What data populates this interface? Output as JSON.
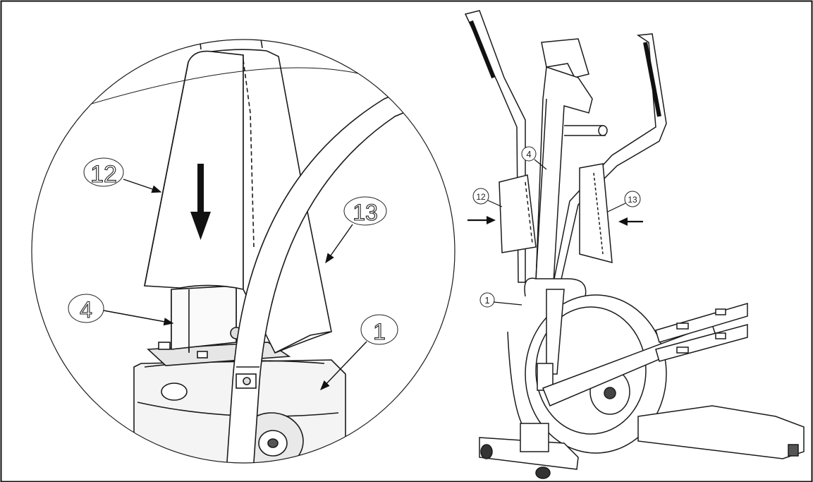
{
  "detail_view": {
    "callouts": [
      {
        "id": "c12",
        "label": "12"
      },
      {
        "id": "c13",
        "label": "13"
      },
      {
        "id": "c4",
        "label": "4"
      },
      {
        "id": "c1",
        "label": "1"
      }
    ]
  },
  "overview": {
    "callouts": [
      {
        "id": "o4",
        "label": "4"
      },
      {
        "id": "o12",
        "label": "12"
      },
      {
        "id": "o13",
        "label": "13"
      },
      {
        "id": "o1",
        "label": "1"
      }
    ]
  },
  "colors": {
    "line": "#1a1a1a",
    "fill": "#ffffff",
    "shade": "#d8d8d8",
    "dark": "#2a2a2a"
  }
}
